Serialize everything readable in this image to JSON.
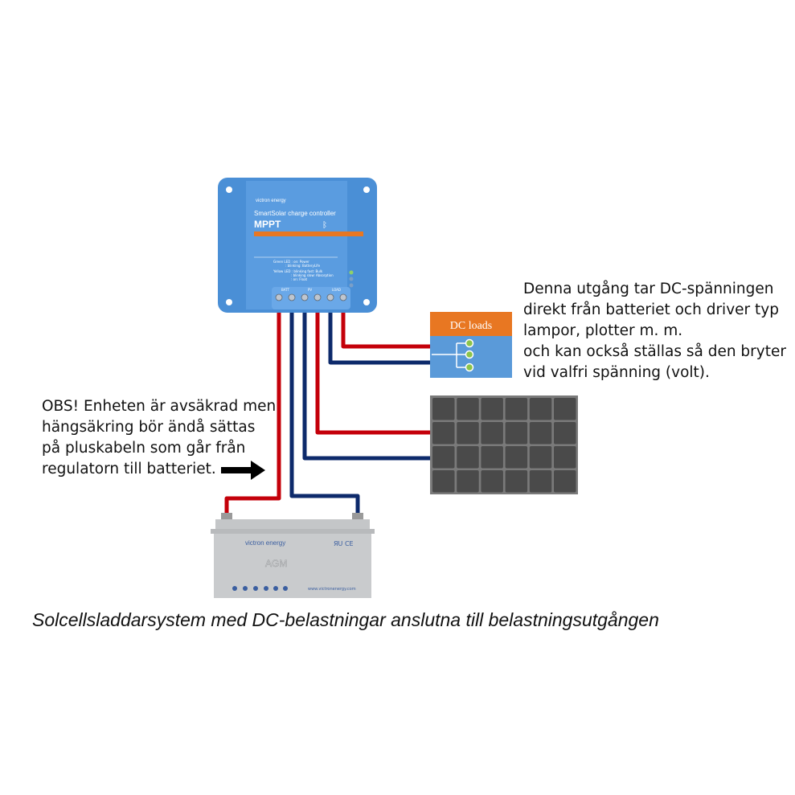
{
  "controller": {
    "brand": "victron energy",
    "product": "SmartSolar charge controller",
    "model": "MPPT",
    "bluetooth_icon": "bluetooth-icon",
    "led_legend": [
      "Green LED : on: Power",
      ": blinking: BatteryLife",
      "Yellow LED : blinking fast: Bulk",
      ": blinking slow: Absorption",
      ": on: Float"
    ],
    "terminal_groups": [
      "BATT",
      "PV",
      "LOAD"
    ],
    "color": "#4a8fd6"
  },
  "dc_loads": {
    "label": "DC loads",
    "header_color": "#e87722",
    "body_color": "#5a9ad9"
  },
  "battery": {
    "brand": "victron energy",
    "type": "AGM",
    "website": "www.victronenergy.com"
  },
  "notes": {
    "left": "OBS! Enheten är avsäkrad men\nhängsäkring bör ändå sättas\npå pluskabeln som går från\nregulatorn till batteriet.",
    "right": "Denna utgång tar DC-spänningen\ndirekt från batteriet och driver typ\nlampor, plotter m. m.\noch kan också ställas så den bryter\nvid valfri spänning (volt)."
  },
  "caption": "Solcellsladdarsystem med DC-belastningar anslutna till belastningsutgången",
  "colors": {
    "positive_wire": "#c4000a",
    "negative_wire": "#0d2a6b",
    "solar_panel": "#4a4a4a"
  }
}
